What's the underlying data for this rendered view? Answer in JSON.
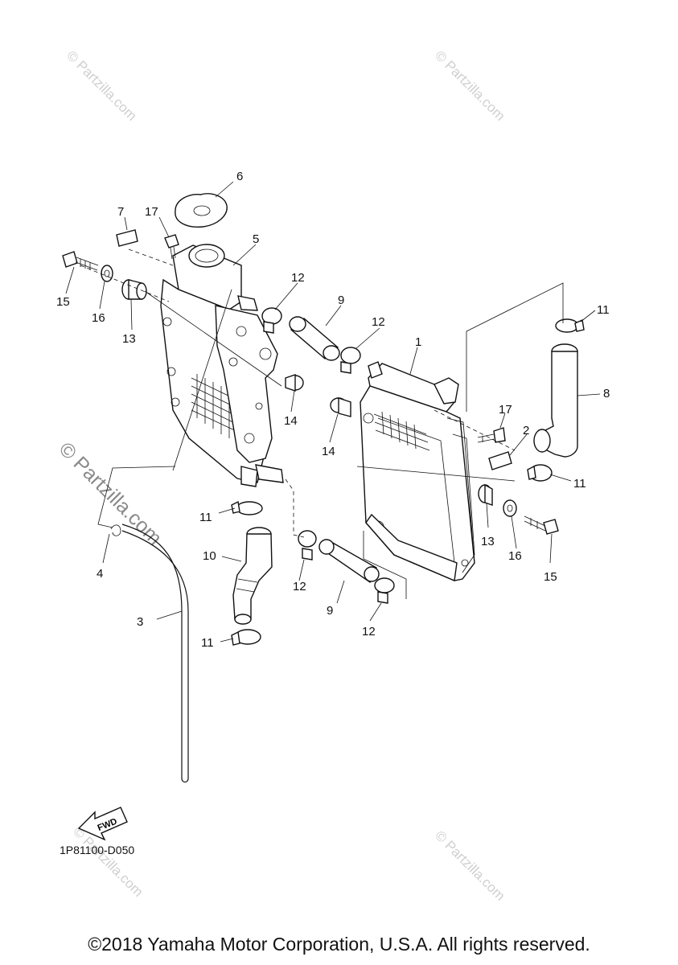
{
  "callouts": [
    {
      "id": "c6",
      "label": "6"
    },
    {
      "id": "c7",
      "label": "7"
    },
    {
      "id": "c17a",
      "label": "17"
    },
    {
      "id": "c5",
      "label": "5"
    },
    {
      "id": "c15a",
      "label": "15"
    },
    {
      "id": "c16a",
      "label": "16"
    },
    {
      "id": "c13a",
      "label": "13"
    },
    {
      "id": "c12a",
      "label": "12"
    },
    {
      "id": "c9a",
      "label": "9"
    },
    {
      "id": "c12b",
      "label": "12"
    },
    {
      "id": "c1",
      "label": "1"
    },
    {
      "id": "c11a",
      "label": "11"
    },
    {
      "id": "c8",
      "label": "8"
    },
    {
      "id": "c14a",
      "label": "14"
    },
    {
      "id": "c14b",
      "label": "14"
    },
    {
      "id": "c17b",
      "label": "17"
    },
    {
      "id": "c2",
      "label": "2"
    },
    {
      "id": "c11b",
      "label": "11"
    },
    {
      "id": "c11c",
      "label": "11"
    },
    {
      "id": "c4",
      "label": "4"
    },
    {
      "id": "c10",
      "label": "10"
    },
    {
      "id": "c12c",
      "label": "12"
    },
    {
      "id": "c9b",
      "label": "9"
    },
    {
      "id": "c12d",
      "label": "12"
    },
    {
      "id": "c13b",
      "label": "13"
    },
    {
      "id": "c16b",
      "label": "16"
    },
    {
      "id": "c15b",
      "label": "15"
    },
    {
      "id": "c3",
      "label": "3"
    },
    {
      "id": "c11d",
      "label": "11"
    }
  ],
  "fwd_label": "FWD",
  "diagram_code": "1P81100-D050",
  "watermark_small": "© Partzilla.com",
  "watermark_large": "© Partzilla.com",
  "copyright": "©2018 Yamaha Motor Corporation, U.S.A. All rights reserved."
}
